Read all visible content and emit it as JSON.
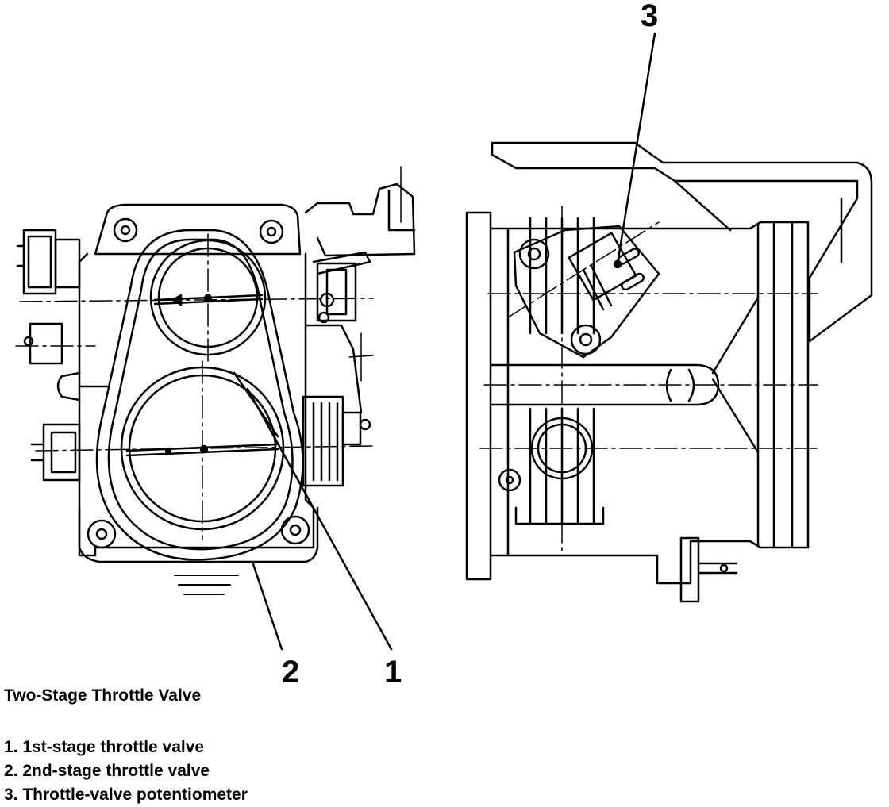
{
  "figure": {
    "callouts": {
      "one": "1",
      "two": "2",
      "three": "3"
    },
    "title": "Two-Stage Throttle Valve",
    "legend": [
      "1. 1st-stage throttle valve",
      "2. 2nd-stage throttle valve",
      "3. Throttle-valve potentiometer"
    ]
  },
  "colors": {
    "line": "#000000",
    "background": "#ffffff"
  }
}
